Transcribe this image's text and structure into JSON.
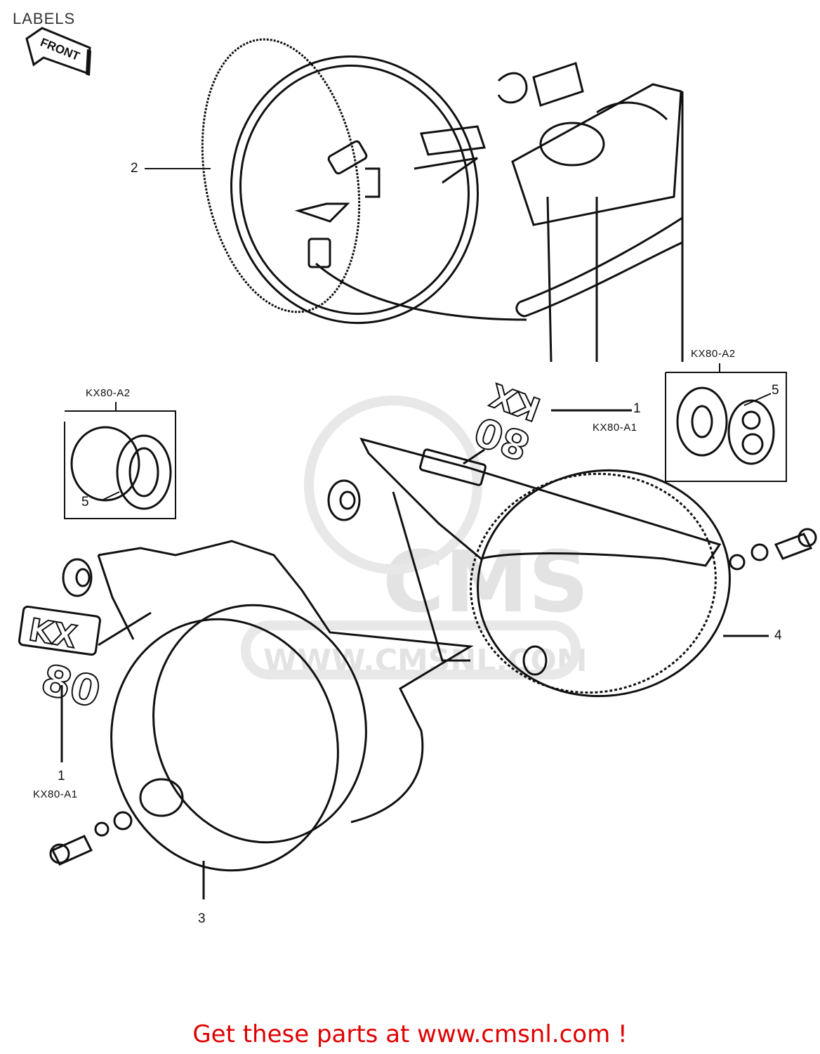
{
  "title": "LABELS",
  "front_arrow_label": "FRONT",
  "callouts": {
    "part_1_left": "1",
    "variant_a1_left": "KX80-A1",
    "part_1_right": "1",
    "variant_a1_right": "KX80-A1",
    "part_2": "2",
    "part_3": "3",
    "part_4": "4",
    "part_5_left": "5",
    "variant_a2_left": "KX80-A2",
    "part_5_right": "5",
    "variant_a2_right": "KX80-A2"
  },
  "watermark": {
    "logo": "CMS",
    "url": "WWW.CMSNL.COM"
  },
  "emblem_text": {
    "kx": "KX",
    "eighty": "80"
  },
  "footer": "Get these parts at www.cmsnl.com !",
  "colors": {
    "line": "#111111",
    "footer": "#e00000",
    "watermark": "#e3e3e3"
  }
}
